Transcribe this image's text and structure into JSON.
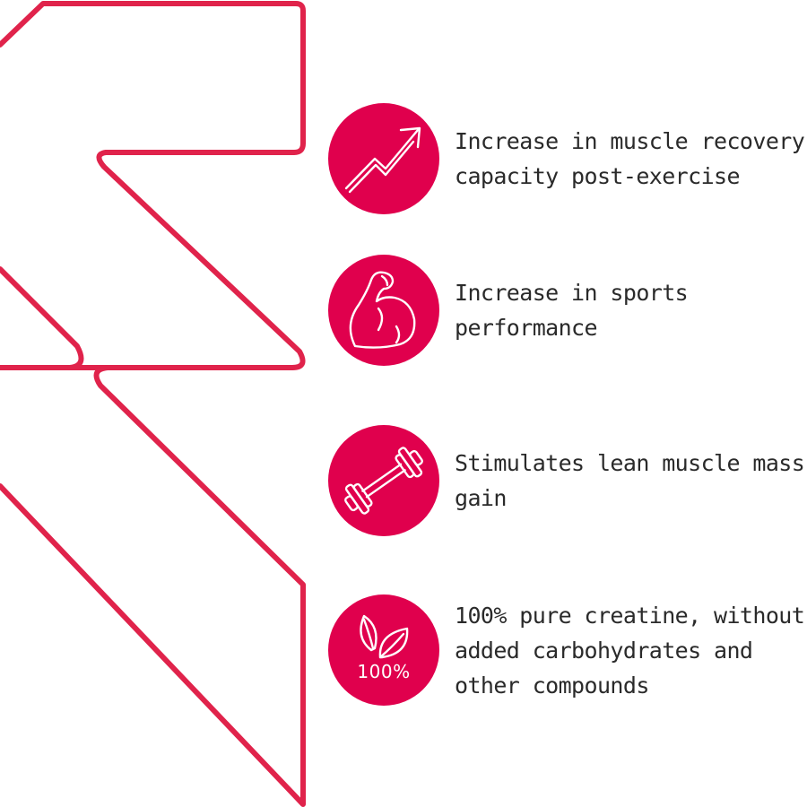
{
  "colors": {
    "accent": "#E0004D",
    "bolt_stroke": "#E0234B",
    "text": "#2A2A2A",
    "background": "#FFFFFF"
  },
  "benefits": [
    {
      "icon": "trend-up-arrow-icon",
      "text": "Increase in muscle recovery capacity post-exercise"
    },
    {
      "icon": "flexed-bicep-icon",
      "text": "Increase in sports performance"
    },
    {
      "icon": "barbell-icon",
      "text": "Stimulates lean muscle mass gain"
    },
    {
      "icon": "leaf-icon",
      "badge_label": "100%",
      "text": "100% pure creatine, without added carbohydrates and other compounds"
    }
  ]
}
